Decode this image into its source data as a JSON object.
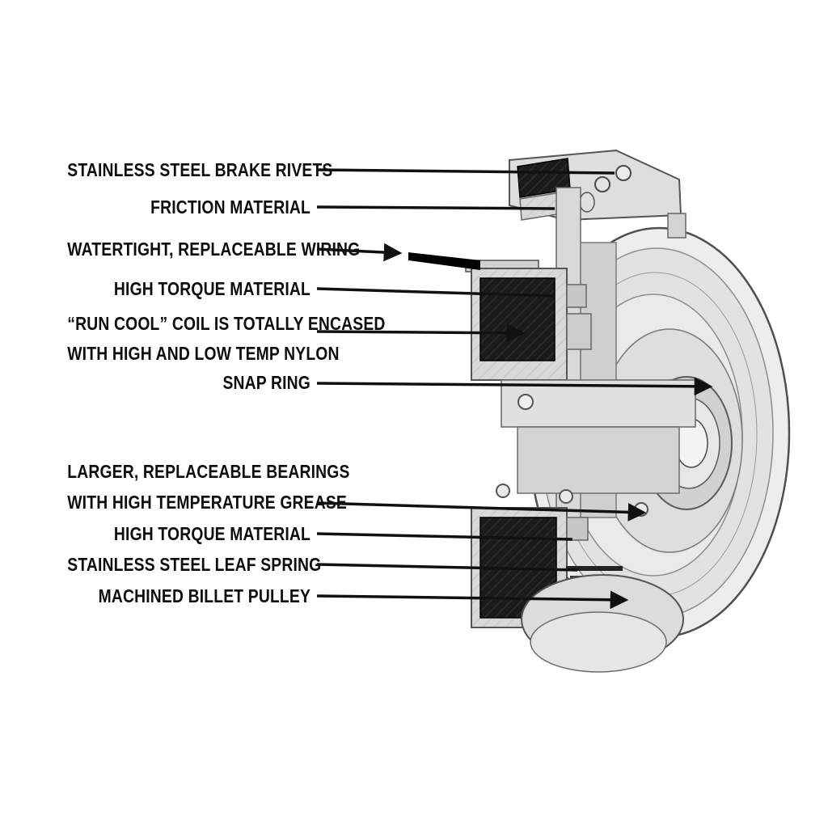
{
  "figure": {
    "type": "technical-cutaway-diagram",
    "subject": "PTO clutch / pulley assembly cross-section with callouts",
    "background": "#ffffff"
  },
  "colors": {
    "label_text": "#0e0e0e",
    "leader_line": "#111111",
    "coil_dark": "#1b1b1b",
    "metal_light": "#ececec",
    "metal_mid": "#d6d6d6",
    "outline": "#4f4f4f"
  },
  "callouts": [
    {
      "id": "brake-rivets",
      "lines": [
        "STAINLESS STEEL BRAKE RIVETS"
      ]
    },
    {
      "id": "friction-material",
      "lines": [
        "FRICTION MATERIAL"
      ]
    },
    {
      "id": "wiring",
      "lines": [
        "WATERTIGHT, REPLACEABLE WIRING"
      ]
    },
    {
      "id": "high-torque-upper",
      "lines": [
        "HIGH TORQUE MATERIAL"
      ]
    },
    {
      "id": "run-cool-coil",
      "lines": [
        "“RUN COOL” COIL IS TOTALLY ENCASED",
        "WITH HIGH AND LOW TEMP NYLON"
      ]
    },
    {
      "id": "snap-ring",
      "lines": [
        "SNAP RING"
      ]
    },
    {
      "id": "bearings",
      "lines": [
        "LARGER, REPLACEABLE BEARINGS",
        "WITH HIGH TEMPERATURE GREASE"
      ]
    },
    {
      "id": "high-torque-lower",
      "lines": [
        "HIGH TORQUE MATERIAL"
      ]
    },
    {
      "id": "leaf-spring",
      "lines": [
        "STAINLESS STEEL LEAF SPRING"
      ]
    },
    {
      "id": "billet-pulley",
      "lines": [
        "MACHINED BILLET PULLEY"
      ]
    }
  ]
}
